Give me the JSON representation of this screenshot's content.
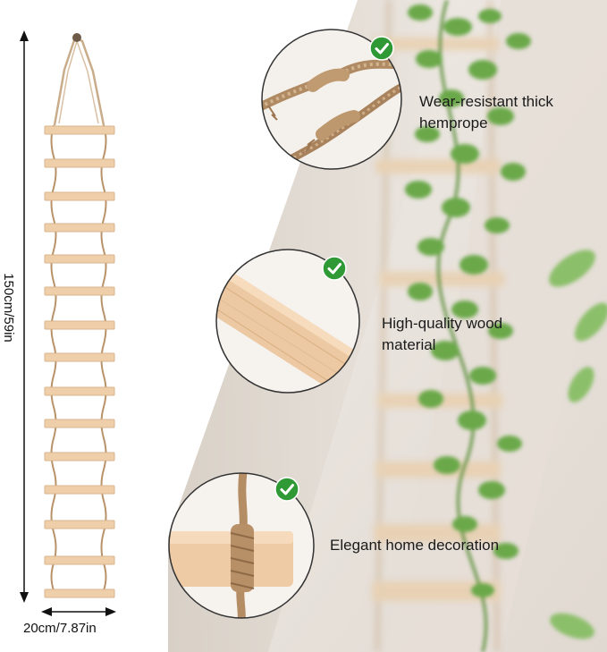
{
  "dimensions": {
    "height_label": "150cm/59in",
    "width_label": "20cm/7.87in"
  },
  "features": [
    {
      "label": "Wear-resistant thick hemprope",
      "icon": "check-badge-icon"
    },
    {
      "label": "High-quality wood material",
      "icon": "check-badge-icon"
    },
    {
      "label": "Elegant home decoration",
      "icon": "check-badge-icon"
    }
  ],
  "colors": {
    "check_green": "#2f9a35",
    "wood": "#ecc9a2",
    "rope": "#b89269",
    "leaf": "#6aa84a"
  }
}
